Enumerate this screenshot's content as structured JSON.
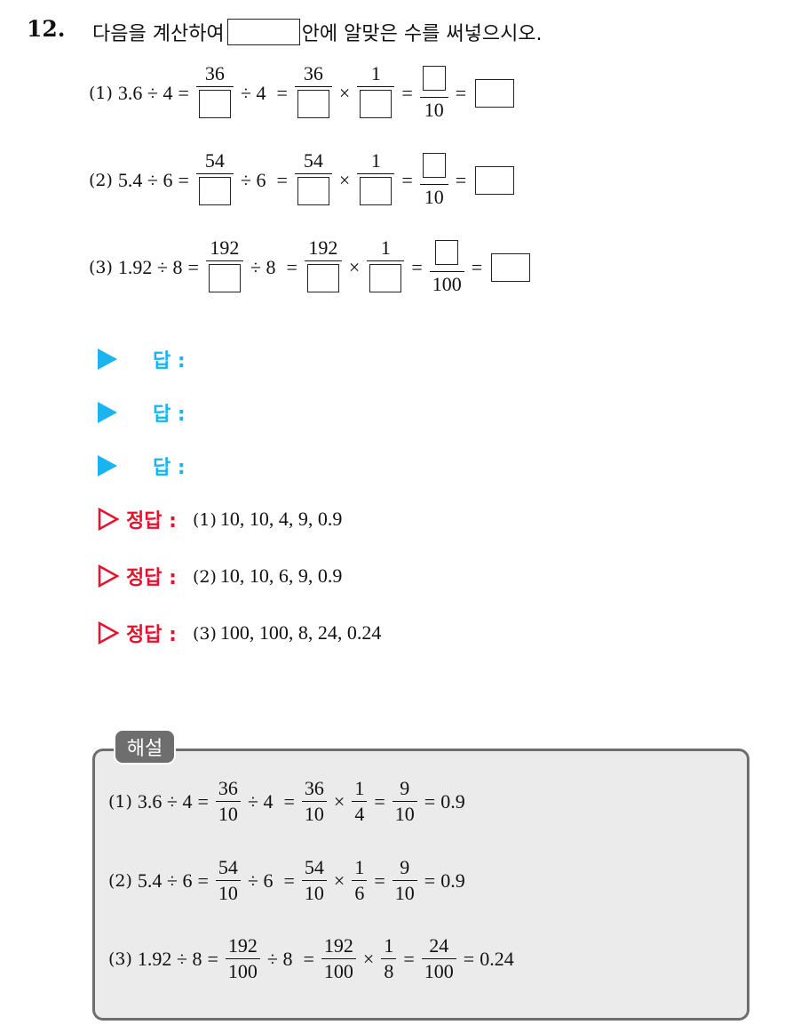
{
  "question": {
    "number": "12.",
    "text_before": "다음을 계산하여",
    "text_after": "안에 알맞은 수를 써넣으시오."
  },
  "problems": [
    {
      "label": "(1)",
      "lhs": "3.6 ÷ 4",
      "num1": "36",
      "div": "÷ 4",
      "num2": "36",
      "one": "1",
      "den_last": "10"
    },
    {
      "label": "(2)",
      "lhs": "5.4 ÷ 6",
      "num1": "54",
      "div": "÷ 6",
      "num2": "54",
      "one": "1",
      "den_last": "10"
    },
    {
      "label": "(3)",
      "lhs": "1.92 ÷ 8",
      "num1": "192",
      "div": "÷ 8",
      "num2": "192",
      "one": "1",
      "den_last": "100"
    }
  ],
  "answer_label": "답 :",
  "correct_label": "정답 :",
  "correct_answers": [
    {
      "label": "(1)",
      "value": "10, 10, 4, 9, 0.9"
    },
    {
      "label": "(2)",
      "value": "10, 10, 6, 9, 0.9"
    },
    {
      "label": "(3)",
      "value": "100, 100, 8, 24, 0.24"
    }
  ],
  "explanation": {
    "title": "해설",
    "lines": [
      {
        "label": "(1)",
        "lhs": "3.6 ÷ 4",
        "f1n": "36",
        "f1d": "10",
        "div": "÷ 4",
        "f2n": "36",
        "f2d": "10",
        "f3n": "1",
        "f3d": "4",
        "f4n": "9",
        "f4d": "10",
        "result": "0.9"
      },
      {
        "label": "(2)",
        "lhs": "5.4 ÷ 6",
        "f1n": "54",
        "f1d": "10",
        "div": "÷ 6",
        "f2n": "54",
        "f2d": "10",
        "f3n": "1",
        "f3d": "6",
        "f4n": "9",
        "f4d": "10",
        "result": "0.9"
      },
      {
        "label": "(3)",
        "lhs": "1.92 ÷ 8",
        "f1n": "192",
        "f1d": "100",
        "div": "÷ 8",
        "f2n": "192",
        "f2d": "100",
        "f3n": "1",
        "f3d": "8",
        "f4n": "24",
        "f4d": "100",
        "result": "0.24"
      }
    ]
  },
  "colors": {
    "answer": "#1ab4ee",
    "correct": "#e8102c",
    "panel_border": "#6e6e6e",
    "panel_bg": "#ebebeb"
  }
}
